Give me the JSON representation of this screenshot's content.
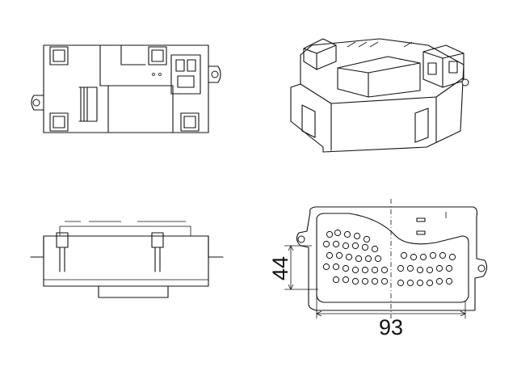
{
  "dimensions": {
    "height_label": "44",
    "width_label": "93"
  },
  "views": [
    "top-view",
    "isometric-view",
    "side-view",
    "bottom-view"
  ]
}
